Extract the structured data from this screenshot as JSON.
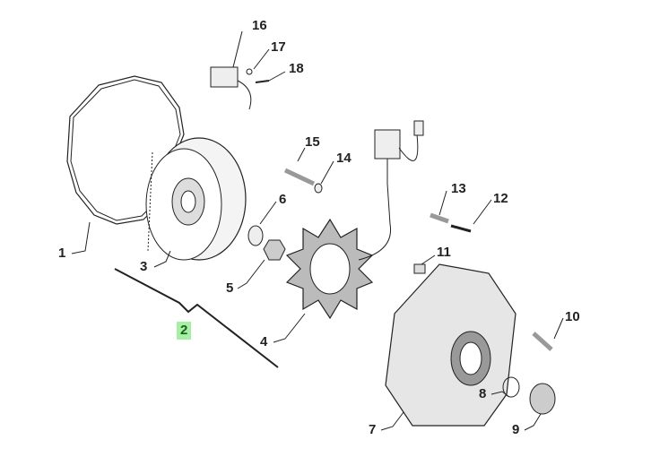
{
  "diagram": {
    "highlight_color": "#a6f0a6",
    "callouts": [
      {
        "id": "16",
        "label": "16"
      },
      {
        "id": "17",
        "label": "17"
      },
      {
        "id": "18",
        "label": "18"
      },
      {
        "id": "15",
        "label": "15"
      },
      {
        "id": "14",
        "label": "14"
      },
      {
        "id": "6",
        "label": "6"
      },
      {
        "id": "13",
        "label": "13"
      },
      {
        "id": "12",
        "label": "12"
      },
      {
        "id": "1",
        "label": "1"
      },
      {
        "id": "3",
        "label": "3"
      },
      {
        "id": "11",
        "label": "11"
      },
      {
        "id": "5",
        "label": "5"
      },
      {
        "id": "10",
        "label": "10"
      },
      {
        "id": "2",
        "label": "2",
        "highlighted": true
      },
      {
        "id": "4",
        "label": "4"
      },
      {
        "id": "8",
        "label": "8"
      },
      {
        "id": "7",
        "label": "7"
      },
      {
        "id": "9",
        "label": "9"
      }
    ]
  }
}
